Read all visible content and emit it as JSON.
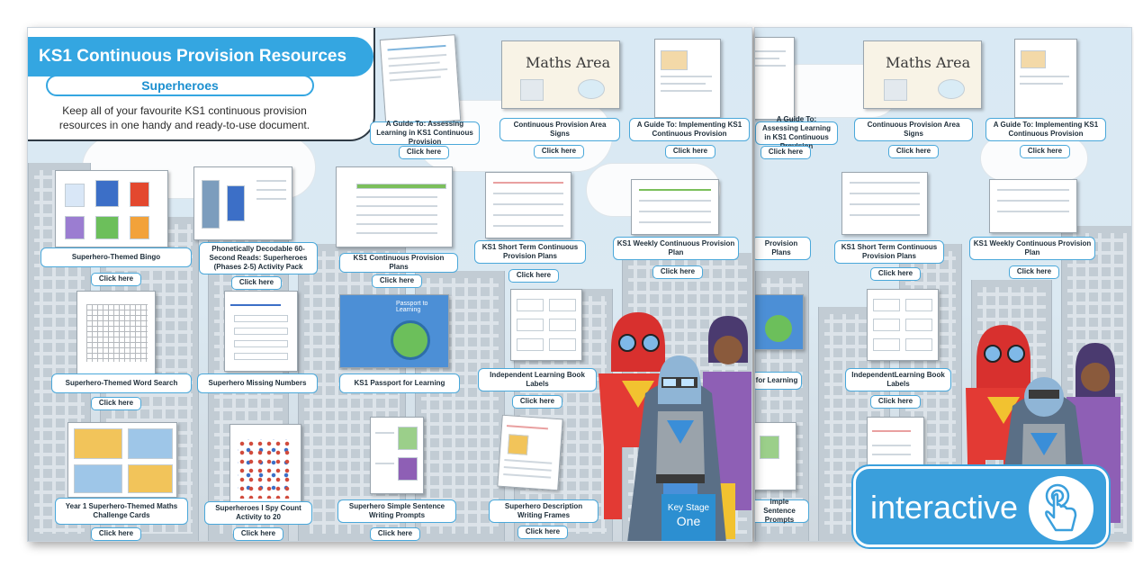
{
  "header": {
    "title": "KS1 Continuous Provision Resources",
    "subtitle": "Superheroes",
    "description": "Keep all of your favourite KS1 continuous provision resources in one handy and ready-to-use document."
  },
  "thumbs": {
    "maths_area": "Maths Area",
    "passport_title": "Passport to Learning"
  },
  "resources": [
    {
      "label": "A Guide To: Assessing Learning in KS1 Continuous Provision",
      "button": "Click here"
    },
    {
      "label": "Continuous Provision Area Signs",
      "button": "Click here"
    },
    {
      "label": "A Guide To: Implementing KS1 Continuous Provision",
      "button": "Click here"
    },
    {
      "label": "Superhero-Themed Bingo",
      "button": "Click here"
    },
    {
      "label": "Phonetically Decodable 60-Second Reads: Superheroes (Phases 2-5) Activity Pack",
      "button": "Click here"
    },
    {
      "label": "KS1 Continuous Provision Plans",
      "button": "Click here"
    },
    {
      "label": "KS1 Short Term Continuous Provision Plans",
      "button": "Click here"
    },
    {
      "label": "KS1 Weekly Continuous Provision Plan",
      "button": "Click here"
    },
    {
      "label": "Superhero-Themed Word Search",
      "button": "Click here"
    },
    {
      "label": "Superhero Missing Numbers",
      "button": "Click here"
    },
    {
      "label": "KS1 Passport for Learning",
      "button": ""
    },
    {
      "label": "Independent Learning Book Labels",
      "button": "Click here"
    },
    {
      "label": "Year 1 Superhero-Themed Maths Challenge Cards",
      "button": "Click here"
    },
    {
      "label": "Superheroes I Spy Count Activity to 20",
      "button": "Click here"
    },
    {
      "label": "Superhero Simple Sentence Writing Prompts",
      "button": "Click here"
    },
    {
      "label": "Superhero Description Writing Frames",
      "button": "Click here"
    }
  ],
  "back_labels": {
    "assessing": "A Guide To: Assessing Learning in KS1 Continuous Provision",
    "area_signs": "Continuous Provision Area Signs",
    "implementing": "A Guide To: Implementing KS1 Continuous Provision",
    "plans_partial": "Provision Plans",
    "short_term": "KS1 Short Term Continuous Provision Plans",
    "weekly": "KS1 Weekly Continuous Provision Plan",
    "passport_partial": "for Learning",
    "book_labels": "IndependentLearning Book Labels",
    "prompts_partial": "imple Sentence Prompts",
    "click": "Click here"
  },
  "key_stage": {
    "line1": "Key Stage",
    "line2": "One"
  },
  "badge": {
    "text": "interactive",
    "icon": "hand-tap-icon"
  },
  "colors": {
    "accent": "#34a6e1",
    "badge": "#3a9fdc"
  }
}
